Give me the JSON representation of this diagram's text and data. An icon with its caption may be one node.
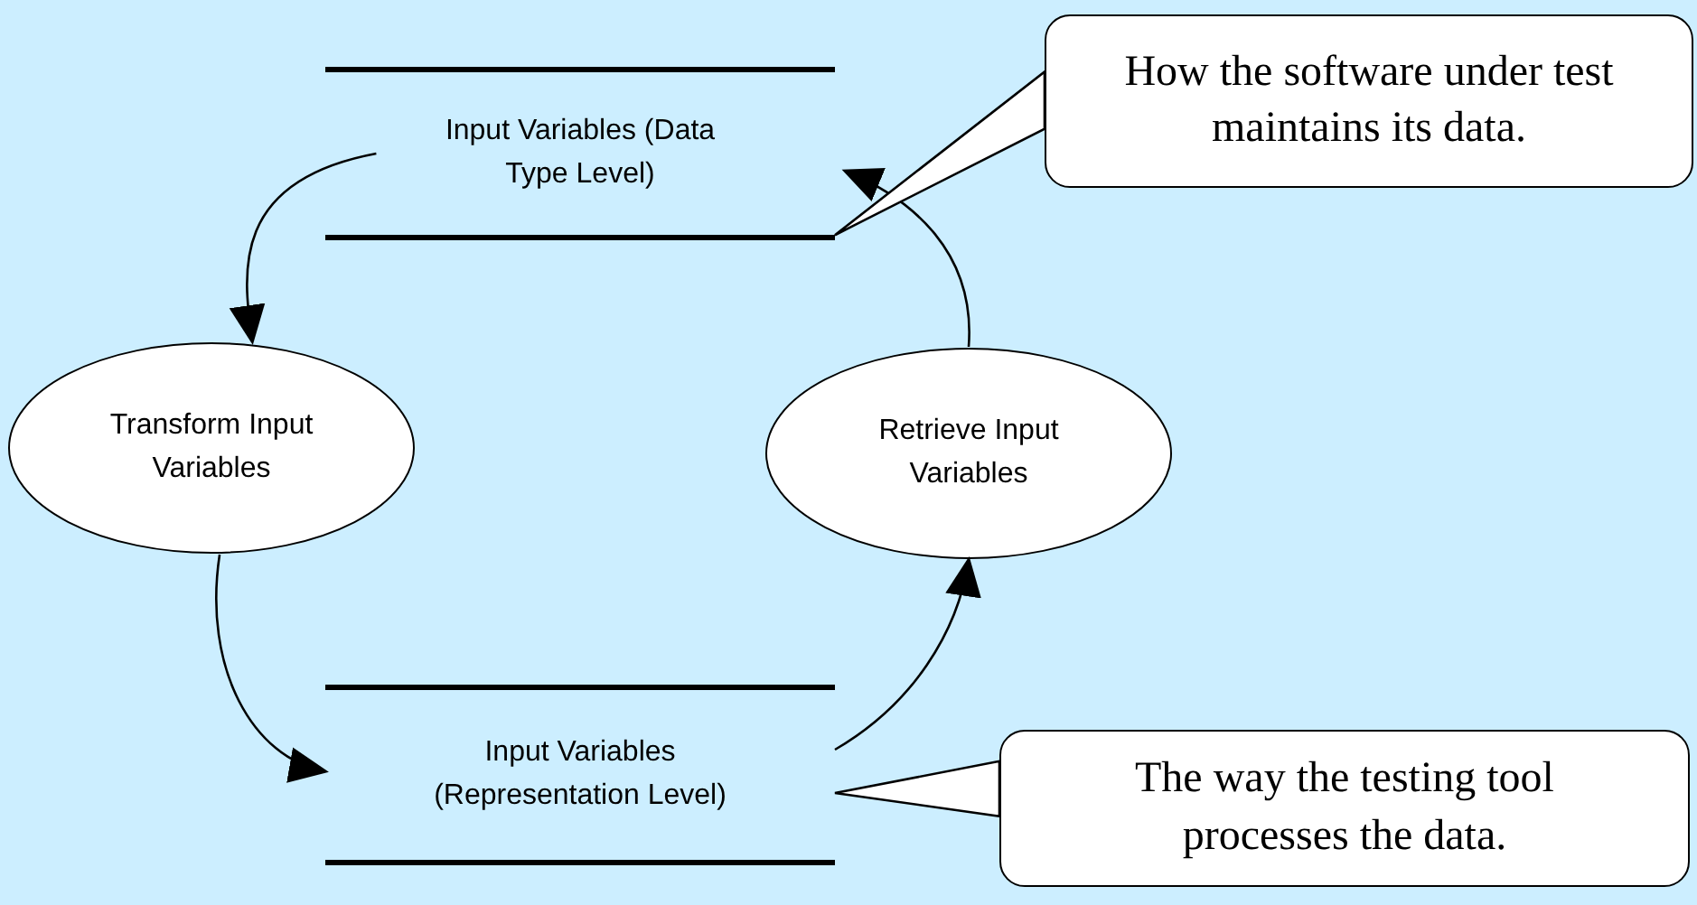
{
  "diagram": {
    "nodes": [
      {
        "text": [
          "Input Variables (Data Type Level)"
        ]
      },
      {
        "text": [
          "Transform Input Variables"
        ]
      },
      {
        "text": [
          "Retrieve Input Variables"
        ]
      },
      {
        "text": [
          "Input Variables (Representation Level)"
        ]
      },
      {
        "text": [
          "How the software under test maintains its data."
        ]
      },
      {
        "text": [
          "The way the testing tool processes the data."
        ]
      }
    ],
    "edges": [
      {
        "from": 0,
        "to": 1,
        "arrow": "to"
      },
      {
        "from": 1,
        "to": 3,
        "arrow": "to"
      },
      {
        "from": 3,
        "to": 2,
        "arrow": "to"
      },
      {
        "from": 2,
        "to": 0,
        "arrow": "to"
      },
      {
        "from": 4,
        "to": 0,
        "arrow": "none"
      },
      {
        "from": 5,
        "to": 3,
        "arrow": "none"
      }
    ]
  }
}
